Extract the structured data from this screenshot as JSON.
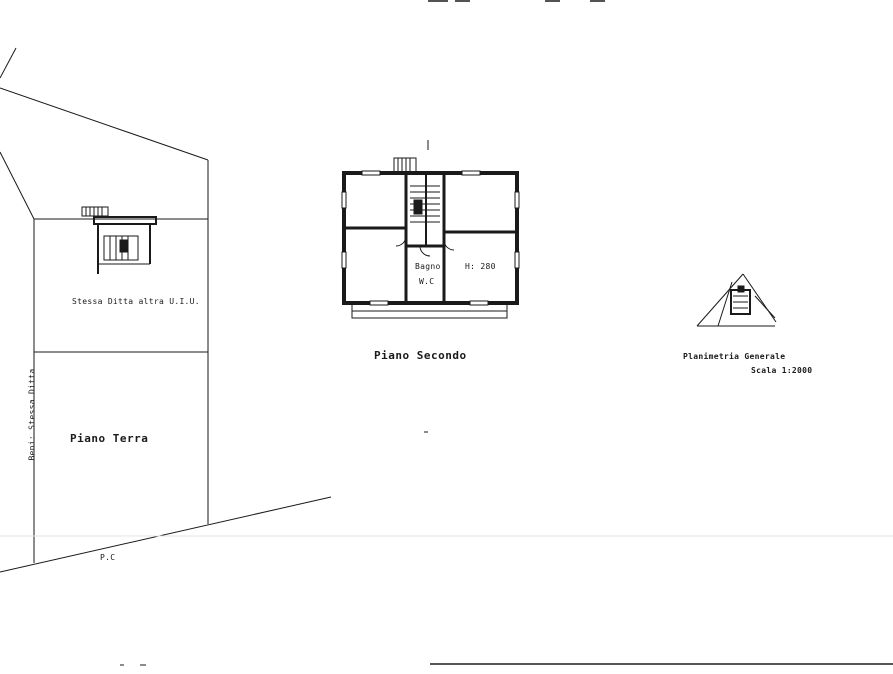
{
  "sheet": {
    "left_block": {
      "top_room_label": "Stessa Ditta altra U.I.U.",
      "bottom_room_label": "Piano Terra",
      "side_label": "Beni: Stessa Ditta",
      "bottom_mark": "P.C"
    },
    "second_floor": {
      "title": "Piano Secondo",
      "room_bath_label": "Bagno",
      "room_wc_label": "W.C",
      "room_height_label": "H: 280"
    },
    "site_plan": {
      "title": "Planimetria Generale",
      "scale": "Scala 1:2000"
    }
  },
  "colors": {
    "ink": "#1a1a1a",
    "paper": "#ffffff"
  }
}
